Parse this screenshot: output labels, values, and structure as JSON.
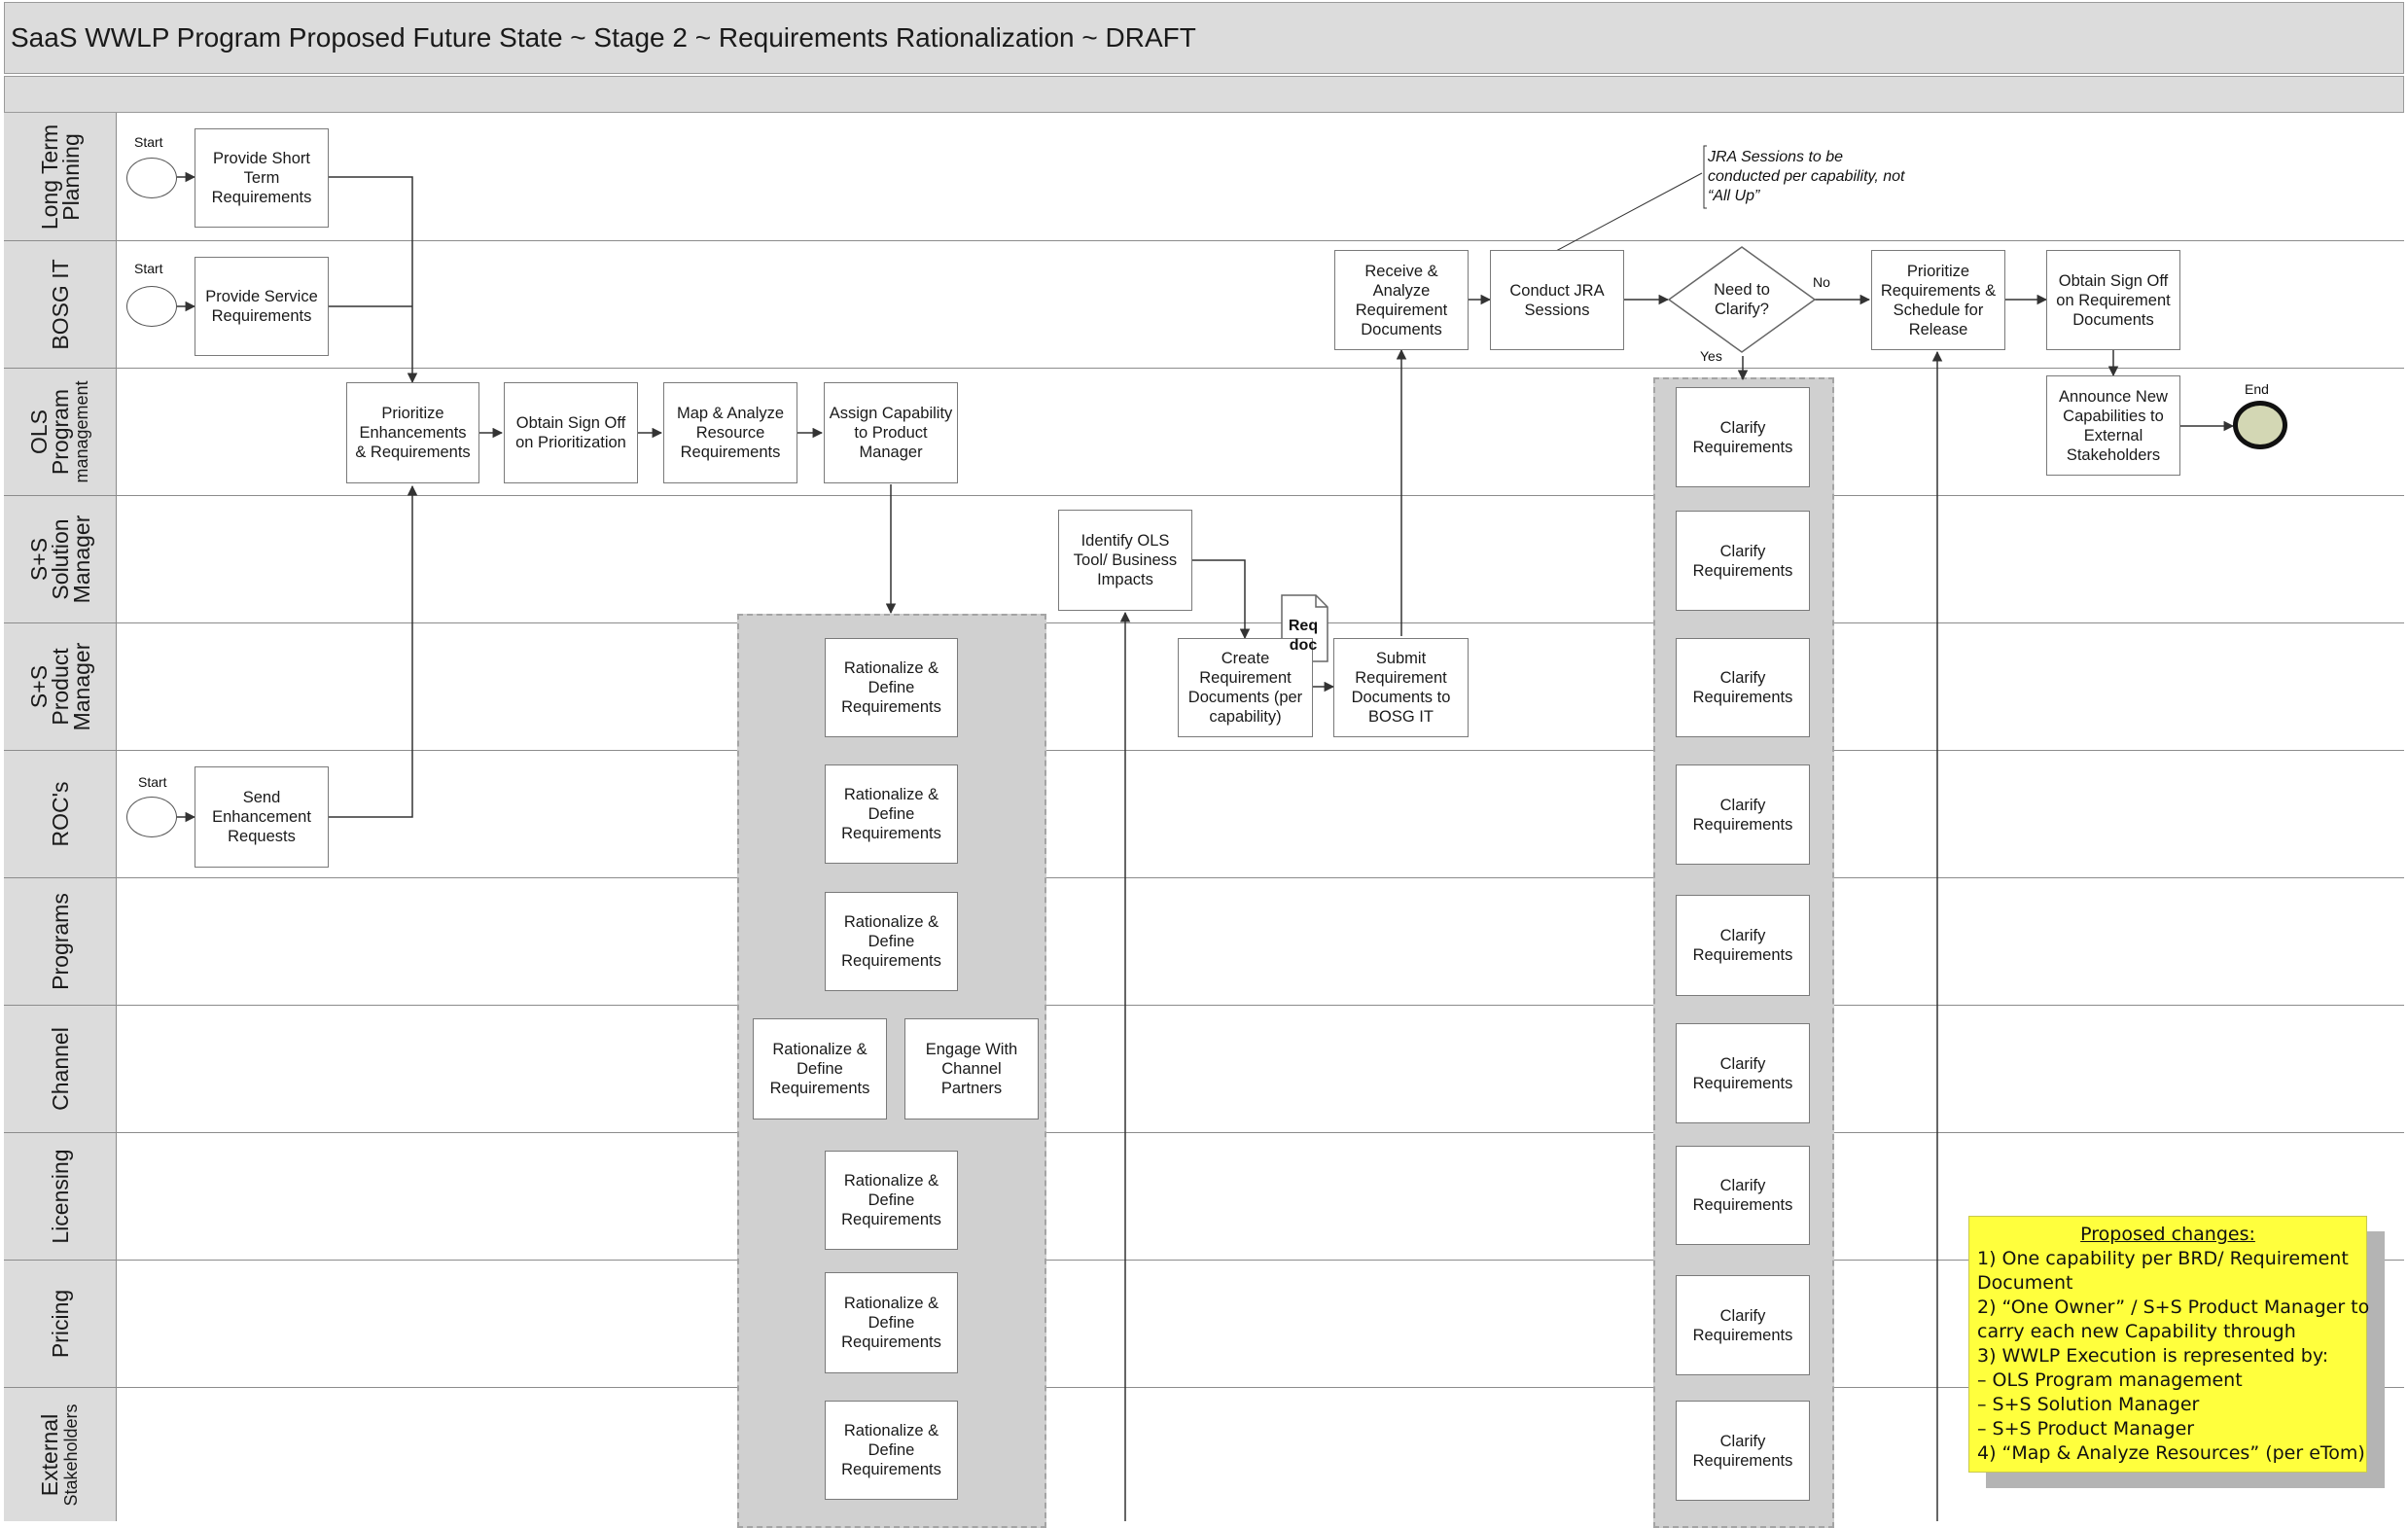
{
  "title": "SaaS WWLP Program Proposed Future State ~ Stage 2 ~ Requirements Rationalization ~ DRAFT",
  "lanes": [
    {
      "line1": "Long Term",
      "line2": "Planning"
    },
    {
      "line1": "BOSG IT",
      "line2": ""
    },
    {
      "line1": "OLS",
      "line2": "Program",
      "line3": "management"
    },
    {
      "line1": "S+S",
      "line2": "Solution",
      "line3": "Manager"
    },
    {
      "line1": "S+S",
      "line2": "Product",
      "line3": "Manager"
    },
    {
      "line1": "ROC's",
      "line2": ""
    },
    {
      "line1": "Programs",
      "line2": ""
    },
    {
      "line1": "Channel",
      "line2": ""
    },
    {
      "line1": "Licensing",
      "line2": ""
    },
    {
      "line1": "Pricing",
      "line2": ""
    },
    {
      "line1": "External",
      "line2": "Stakeholders"
    }
  ],
  "labels": {
    "start": "Start",
    "end": "End",
    "no": "No",
    "yes": "Yes",
    "req_doc": "Req\ndoc",
    "jra_note": "JRA Sessions to be\nconducted per capability, not\n“All Up”"
  },
  "steps": {
    "provide_short_term": "Provide Short\nTerm\nRequirements",
    "provide_service": "Provide Service\nRequirements",
    "send_enhancement": "Send\nEnhancement\nRequests",
    "prioritize_enhancements": "Prioritize\nEnhancements\n& Requirements",
    "obtain_signoff_prioritization": "Obtain Sign Off\non Prioritization",
    "map_analyze": "Map & Analyze\nResource\nRequirements",
    "assign_capability": "Assign Capability\nto Product\nManager",
    "identify_ols": "Identify OLS\nTool/ Business\nImpacts",
    "create_req_docs": "Create\nRequirement\nDocuments (per\ncapability)",
    "submit_req_docs": "Submit\nRequirement\nDocuments to\nBOSG IT",
    "receive_analyze": "Receive &\nAnalyze\nRequirement\nDocuments",
    "conduct_jra": "Conduct JRA\nSessions",
    "need_clarify": "Need to\nClarify?",
    "prioritize_schedule": "Prioritize\nRequirements &\nSchedule for\nRelease",
    "obtain_signoff_docs": "Obtain Sign Off\non Requirement\nDocuments",
    "announce": "Announce New\nCapabilities to\nExternal\nStakeholders",
    "rationalize": "Rationalize &\nDefine\nRequirements",
    "engage_channel": "Engage With\nChannel\nPartners",
    "clarify": "Clarify\nRequirements"
  },
  "proposed_changes": {
    "heading": "Proposed changes:",
    "lines": [
      "1) One capability per BRD/ Requirement",
      "Document",
      "2) “One Owner” / S+S Product Manager to",
      "carry each new Capability through",
      "3) WWLP Execution is represented by:",
      "– OLS Program management",
      "– S+S Solution Manager",
      "– S+S Product Manager",
      "4) “Map & Analyze Resources” (per eTom)"
    ],
    "bg_color": "#ffff3d"
  },
  "colors": {
    "header_gray": "#dcdcdc",
    "parallel_gray": "#d0d0d0",
    "end_fill": "#d3d7b4"
  }
}
